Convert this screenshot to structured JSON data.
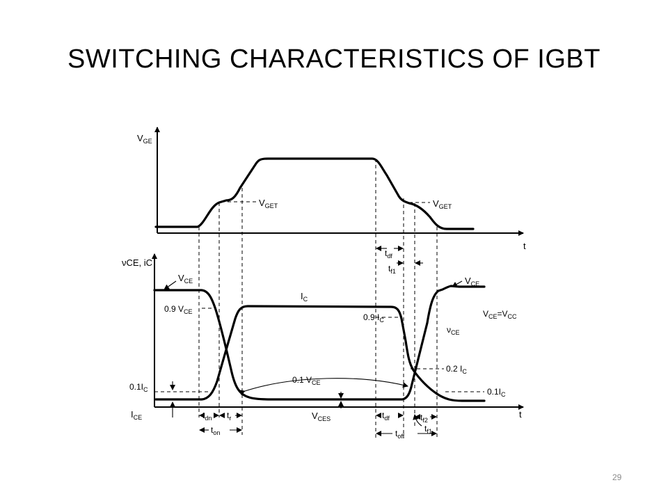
{
  "slide": {
    "title": "SWITCHING CHARACTERISTICS OF IGBT",
    "page_number": "29"
  },
  "diagram": {
    "top_plot": {
      "y_axis": "V",
      "y_axis_sub": "GE",
      "x_axis": "t",
      "threshold_on": "V",
      "threshold_on_sub": "GET",
      "threshold_off": "V",
      "threshold_off_sub": "GET"
    },
    "bottom_plot": {
      "y_axis": "νCE, iC",
      "x_axis": "t",
      "vce_high": "V",
      "vce_high_sub": "CE",
      "vce_high_right": "V",
      "vce_high_right_sub": "CE",
      "vce_09": "0.9 V",
      "vce_09_sub": "CE",
      "ic_label": "I",
      "ic_label_sub": "C",
      "ic_09": "0.9 I",
      "ic_09_sub": "C",
      "vce_eq": "V",
      "vce_eq_sub": "CE",
      "vce_eq_mid": "=V",
      "vce_eq_sub2": "CC",
      "vce_curve": "ν",
      "vce_curve_sub": "CE",
      "ic_02": "0.2 I",
      "ic_02_sub": "C",
      "ic_01_left": "0.1I",
      "ic_01_left_sub": "C",
      "ic_01_right": "0.1I",
      "ic_01_right_sub": "C",
      "vce_01": "0.1 V",
      "vce_01_sub": "CE",
      "ice": "I",
      "ice_sub": "CE",
      "vces": "V",
      "vces_sub": "CES"
    },
    "timing": {
      "tdn": "t",
      "tdn_sub": "dn",
      "tr": "t",
      "tr_sub": "r",
      "ton": "t",
      "ton_sub": "on",
      "tdf_top": "t",
      "tdf_top_sub": "df",
      "tf1_top": "t",
      "tf1_top_sub": "f1",
      "tdf": "t",
      "tdf_sub": "df",
      "tf2": "t",
      "tf2_sub": "f2",
      "toff": "t",
      "toff_sub": "off",
      "tf1": "t",
      "tf1_sub": "f1"
    }
  }
}
